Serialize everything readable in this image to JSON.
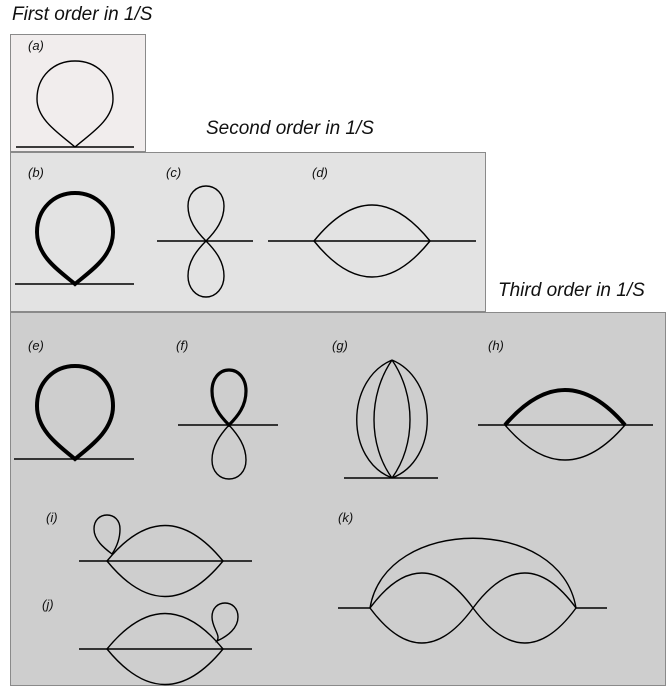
{
  "headings": {
    "first": "First order in 1/S",
    "second": "Second order in 1/S",
    "third": "Third order in 1/S"
  },
  "labels": {
    "a": "(a)",
    "b": "(b)",
    "c": "(c)",
    "d": "(d)",
    "e": "(e)",
    "f": "(f)",
    "g": "(g)",
    "h": "(h)",
    "i": "(i)",
    "j": "(j)",
    "k": "(k)"
  }
}
